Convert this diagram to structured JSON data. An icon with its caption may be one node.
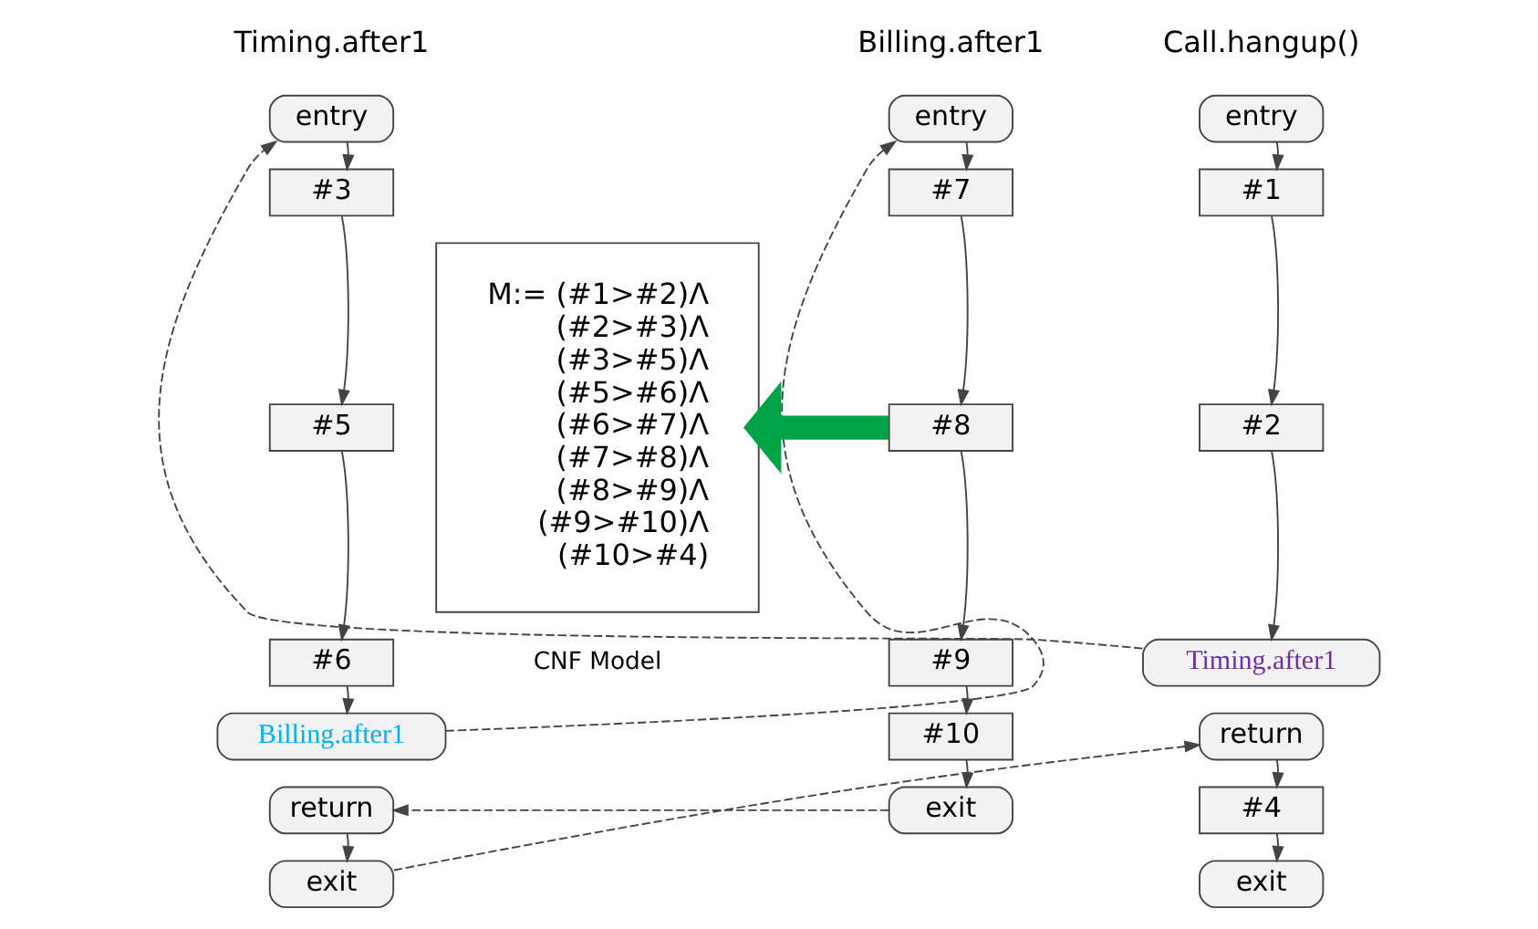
{
  "diagram": {
    "nodes": [
      {
        "text": [
          "entry"
        ]
      },
      {
        "text": [
          "#1"
        ]
      },
      {
        "text": [
          "#2"
        ]
      },
      {
        "text": [
          "Timing.after1"
        ]
      },
      {
        "text": [
          "return"
        ]
      },
      {
        "text": [
          "#4"
        ]
      },
      {
        "text": [
          "exit"
        ]
      },
      {
        "text": [
          "entry"
        ]
      },
      {
        "text": [
          "#3"
        ]
      },
      {
        "text": [
          "#5"
        ]
      },
      {
        "text": [
          "#6"
        ]
      },
      {
        "text": [
          "Billing.after1"
        ]
      },
      {
        "text": [
          "return"
        ]
      },
      {
        "text": [
          "exit"
        ]
      },
      {
        "text": [
          "entry"
        ]
      },
      {
        "text": [
          "#7"
        ]
      },
      {
        "text": [
          "#8"
        ]
      },
      {
        "text": [
          "#9"
        ]
      },
      {
        "text": [
          "#10"
        ]
      },
      {
        "text": [
          "exit"
        ]
      },
      {
        "text": [
          "M:= (#1>#2)Λ",
          "(#2>#3)Λ",
          "(#3>#5)Λ",
          "(#5>#6)Λ",
          "(#6>#7)Λ",
          "(#7>#8)Λ",
          "(#8>#9)Λ",
          "(#9>#10)Λ",
          "(#10>#4)"
        ],
        "beside": [
          "CNF Model"
        ]
      }
    ],
    "edges": [
      {
        "from": 0,
        "to": 1,
        "arrow": "to"
      },
      {
        "from": 1,
        "to": 2,
        "arrow": "to"
      },
      {
        "from": 2,
        "to": 3,
        "arrow": "to"
      },
      {
        "from": 3,
        "to": 7,
        "arrow": "to",
        "style": "dashed"
      },
      {
        "from": 7,
        "to": 8,
        "arrow": "to"
      },
      {
        "from": 8,
        "to": 9,
        "arrow": "to"
      },
      {
        "from": 9,
        "to": 10,
        "arrow": "to"
      },
      {
        "from": 10,
        "to": 11,
        "arrow": "to"
      },
      {
        "from": 11,
        "to": 14,
        "arrow": "to",
        "style": "dashed"
      },
      {
        "from": 14,
        "to": 15,
        "arrow": "to"
      },
      {
        "from": 15,
        "to": 16,
        "arrow": "to"
      },
      {
        "from": 16,
        "to": 17,
        "arrow": "to"
      },
      {
        "from": 17,
        "to": 18,
        "arrow": "to"
      },
      {
        "from": 18,
        "to": 19,
        "arrow": "to"
      },
      {
        "from": 19,
        "to": 12,
        "arrow": "to",
        "style": "dashed"
      },
      {
        "from": 12,
        "to": 13,
        "arrow": "to"
      },
      {
        "from": 13,
        "to": 4,
        "arrow": "to",
        "style": "dashed"
      },
      {
        "from": 4,
        "to": 5,
        "arrow": "to"
      },
      {
        "from": 5,
        "to": 6,
        "arrow": "to"
      },
      {
        "from": 16,
        "to": 20,
        "arrow": "to",
        "style": "thick",
        "color": "#00a346"
      }
    ],
    "labels": [
      "Call.hangup()",
      "Timing.after1",
      "Billing.after1"
    ]
  }
}
